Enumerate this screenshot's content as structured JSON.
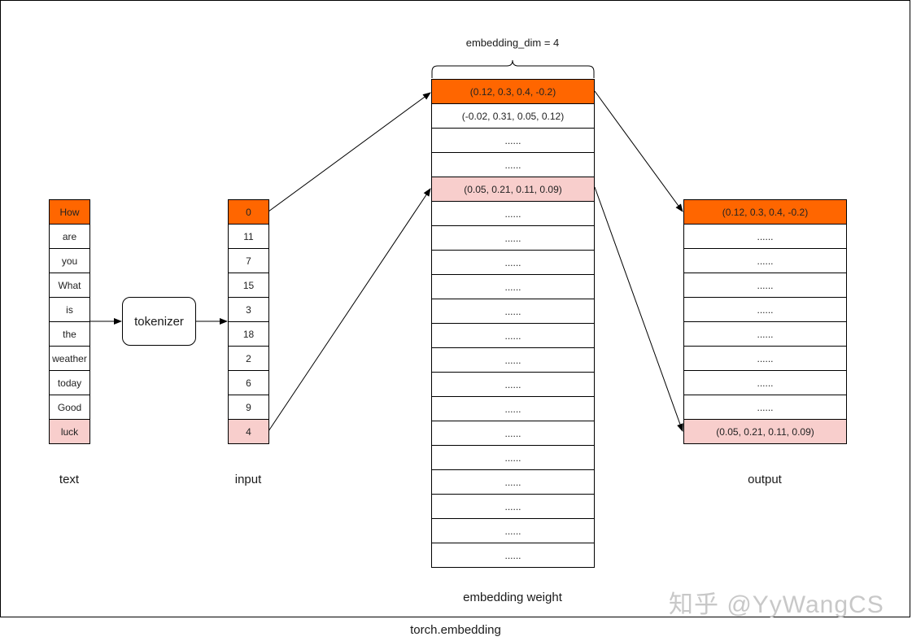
{
  "caption": "torch.embedding",
  "watermark": "知乎 @YyWangCS",
  "colors": {
    "highlight_primary": "#ff6600",
    "highlight_secondary": "#f8cecc"
  },
  "text_column": {
    "label": "text",
    "tokens": [
      "How",
      "are",
      "you",
      "What",
      "is",
      "the",
      "weather",
      "today",
      "Good",
      "luck"
    ]
  },
  "tokenizer": {
    "label": "tokenizer"
  },
  "input_column": {
    "label": "input",
    "ids": [
      "0",
      "11",
      "7",
      "15",
      "3",
      "18",
      "2",
      "6",
      "9",
      "4"
    ]
  },
  "embedding_weight": {
    "label": "embedding weight",
    "dim_label": "embedding_dim = 4",
    "rows": [
      "(0.12, 0.3, 0.4, -0.2)",
      "(-0.02, 0.31, 0.05, 0.12)",
      "......",
      "......",
      "(0.05, 0.21, 0.11, 0.09)",
      "......",
      "......",
      "......",
      "......",
      "......",
      "......",
      "......",
      "......",
      "......",
      "......",
      "......",
      "......",
      "......",
      "......",
      "......"
    ]
  },
  "output_column": {
    "label": "output",
    "rows": [
      "(0.12, 0.3, 0.4, -0.2)",
      "......",
      "......",
      "......",
      "......",
      "......",
      "......",
      "......",
      "......",
      "(0.05, 0.21, 0.11, 0.09)"
    ]
  }
}
